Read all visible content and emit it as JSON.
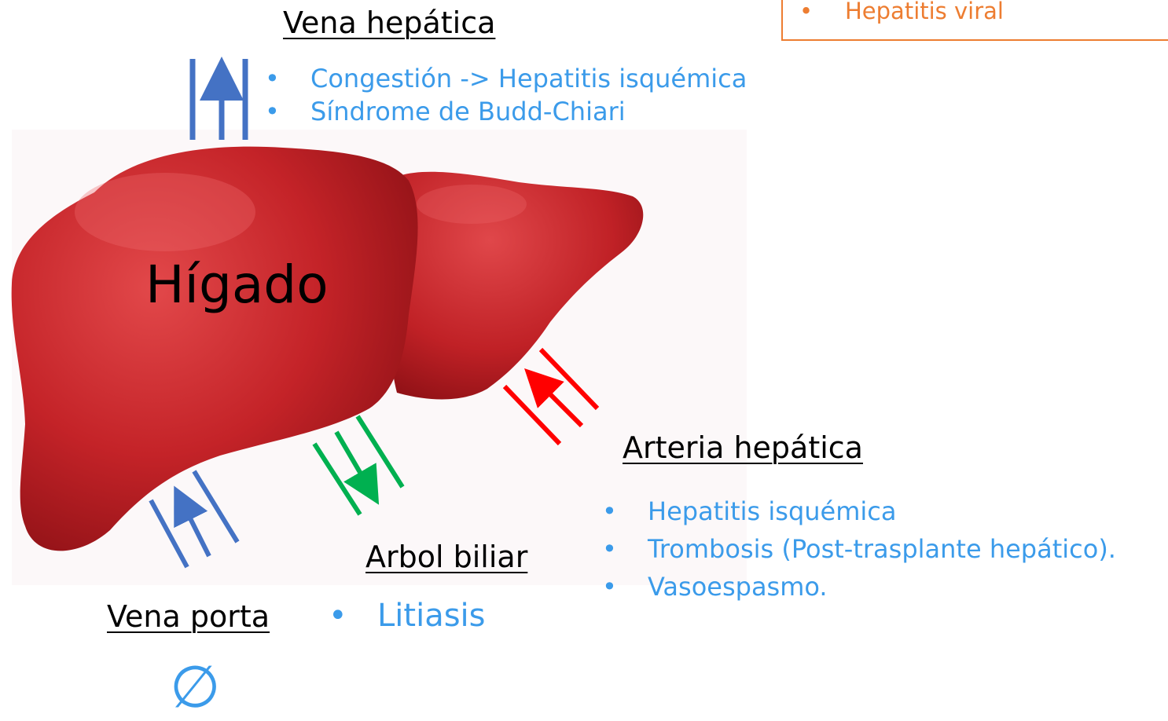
{
  "colors": {
    "blue_text": "#3B9BEA",
    "blue_arrow": "#4472C4",
    "red_arrow": "#FF0000",
    "green_arrow": "#00B050",
    "orange": "#ED7D31",
    "liver": "#C42328"
  },
  "top_box": {
    "items": [
      "Hepatitis viral"
    ]
  },
  "liver": {
    "label": "Hígado"
  },
  "vena_hepatica": {
    "title": "Vena hepática",
    "items": [
      "Congestión -> Hepatitis isquémica",
      "Síndrome de Budd-Chiari"
    ]
  },
  "arteria_hepatica": {
    "title": "Arteria hepática",
    "items": [
      "Hepatitis isquémica",
      "Trombosis (Post-trasplante hepático).",
      "Vasoespasmo."
    ]
  },
  "arbol_biliar": {
    "title": "Arbol biliar",
    "items": [
      "Litiasis"
    ]
  },
  "vena_porta": {
    "title": "Vena porta",
    "symbol": "∅"
  }
}
